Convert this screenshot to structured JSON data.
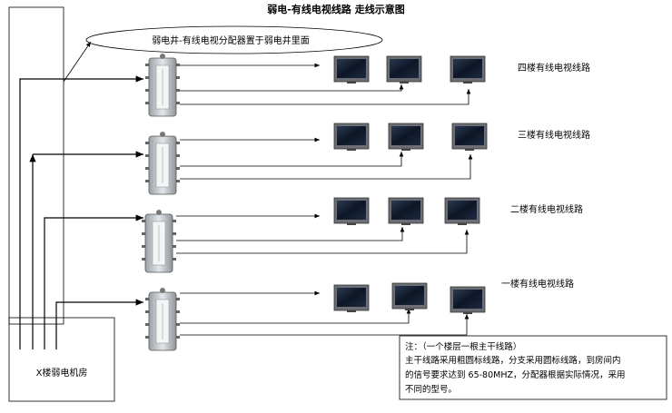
{
  "title": "弱电-有线电视线路  走线示意图",
  "callout": "弱电井-有线电视分配器置于弱电井里面",
  "machine_room": "X楼弱电机房",
  "floors": [
    {
      "label": "四楼有线电视线路"
    },
    {
      "label": "三楼有线电视线路"
    },
    {
      "label": "二楼有线电视线路"
    },
    {
      "label": "一楼有线电视线路"
    }
  ],
  "note": {
    "line1": "注：（一个楼层一根主干线路）",
    "line2": "主干线路采用粗圆标线路，分支采用圆标线路，到房间内",
    "line3": "的信号要求达到 65-80MHZ，分配器根据实际情况，采用",
    "line4": "不同的型号。"
  }
}
